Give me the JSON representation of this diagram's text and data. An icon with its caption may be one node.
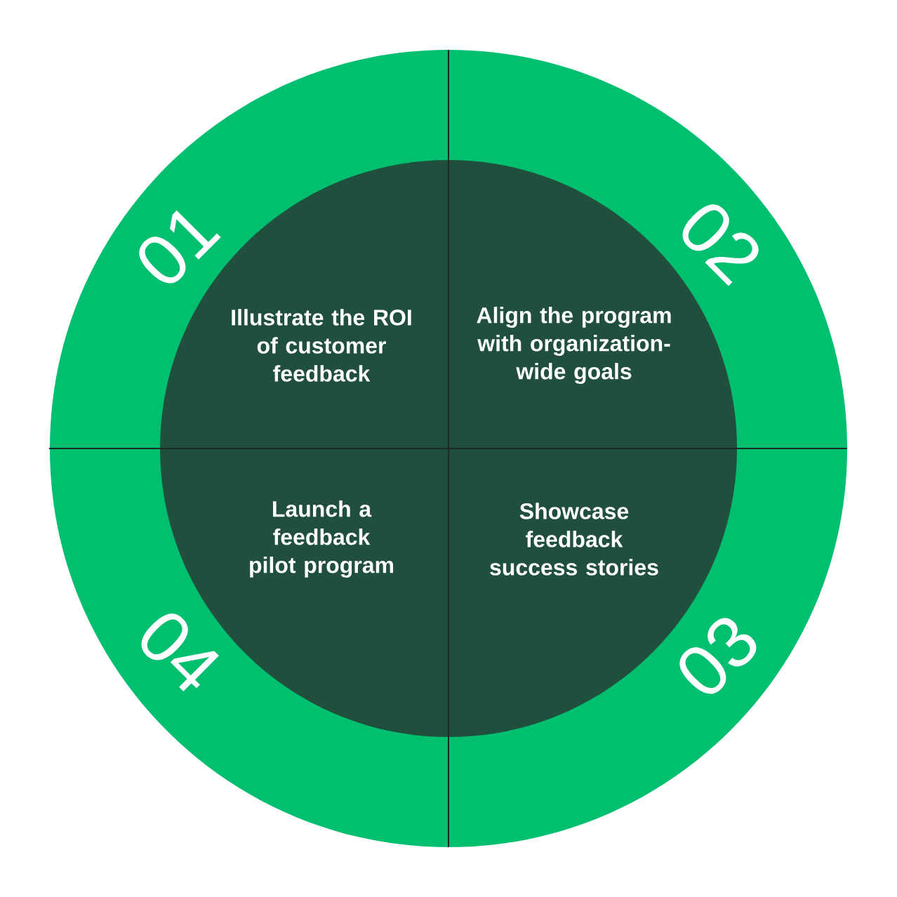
{
  "diagram": {
    "nodes": [
      {
        "text": [
          "01",
          "Illustrate the ROI of customer feedback"
        ]
      },
      {
        "text": [
          "02",
          "Align the program with organization-wide goals"
        ]
      },
      {
        "text": [
          "03",
          "Showcase feedback success stories"
        ]
      },
      {
        "text": [
          "04",
          "Launch a feedback pilot program"
        ]
      }
    ]
  }
}
